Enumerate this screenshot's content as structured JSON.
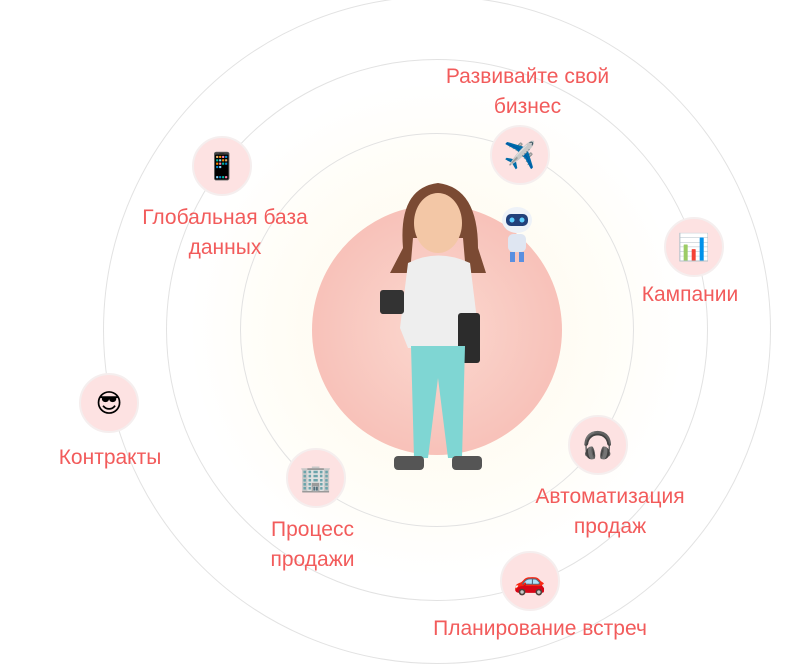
{
  "items": [
    {
      "label_lines": [
        "Развивайте свой",
        "бизнес"
      ],
      "icon": "airplane-icon"
    },
    {
      "label_lines": [
        "Глобальная база",
        "данных"
      ],
      "icon": "smartphone-icon"
    },
    {
      "label_lines": [
        "Кампании"
      ],
      "icon": "tablet-dashboard-icon"
    },
    {
      "label_lines": [
        "Контракты"
      ],
      "icon": "person-sunglasses-icon"
    },
    {
      "label_lines": [
        "Автоматизация",
        "продаж"
      ],
      "icon": "headset-agent-icon"
    },
    {
      "label_lines": [
        "Процесс",
        "продажи"
      ],
      "icon": "building-icon"
    },
    {
      "label_lines": [
        "Планирование встреч"
      ],
      "icon": "car-icon"
    }
  ],
  "colors": {
    "accent": "#f25b5b",
    "bubble": "#fde2e2",
    "ring": "#e2e2e2"
  }
}
